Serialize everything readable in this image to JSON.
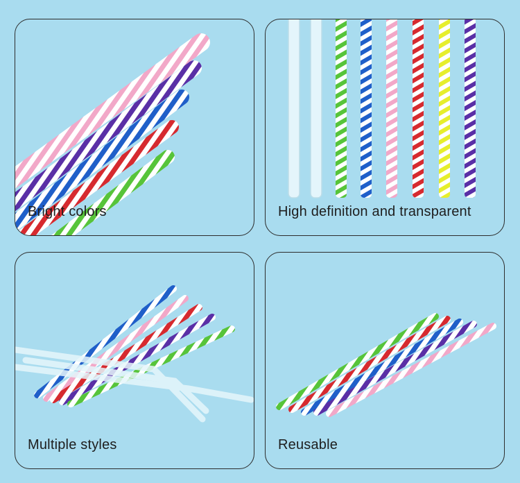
{
  "panels": [
    {
      "caption": "Bright colors"
    },
    {
      "caption": "High definition and transparent"
    },
    {
      "caption": "Multiple styles"
    },
    {
      "caption": "Reusable"
    }
  ],
  "straw_colors": {
    "pink": "#f2a8c8",
    "purple": "#5a2fa6",
    "blue": "#1f5fc9",
    "red": "#d62a2f",
    "green": "#57c43a",
    "yellow": "#e6ee2c",
    "clear": "#e4f5fb"
  }
}
